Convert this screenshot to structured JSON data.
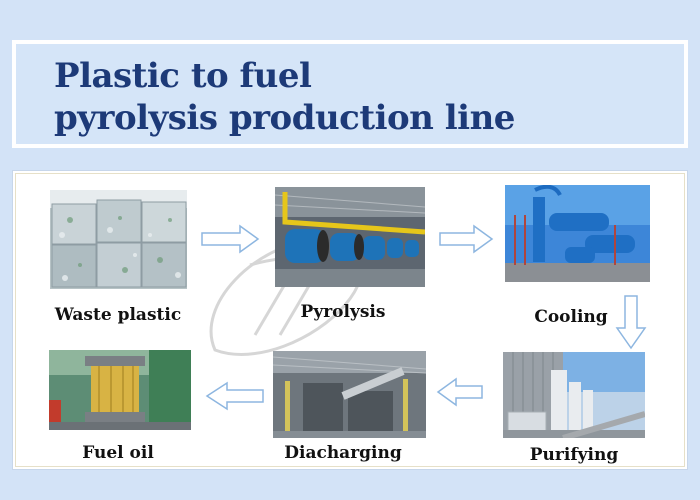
{
  "title": {
    "line1": "Plastic to fuel",
    "line2": "pyrolysis production line"
  },
  "steps": [
    {
      "label": "Waste plastic",
      "image_icon": "plastic-bales-photo"
    },
    {
      "label": "Pyrolysis",
      "image_icon": "pyrolysis-reactors-photo"
    },
    {
      "label": "Cooling",
      "image_icon": "cooling-system-photo"
    },
    {
      "label": "Purifying",
      "image_icon": "purifying-tower-photo"
    },
    {
      "label": "Diacharging",
      "image_icon": "discharging-machine-photo"
    },
    {
      "label": "Fuel oil",
      "image_icon": "fuel-oil-sight-glass-photo"
    }
  ],
  "flow_order": [
    "Waste plastic",
    "Pyrolysis",
    "Cooling",
    "Purifying",
    "Diacharging",
    "Fuel oil"
  ],
  "colors": {
    "background": "#d3e3f7",
    "title_text": "#1d3a78",
    "arrow_stroke": "#8db6e0",
    "panel": "#ffffff"
  }
}
